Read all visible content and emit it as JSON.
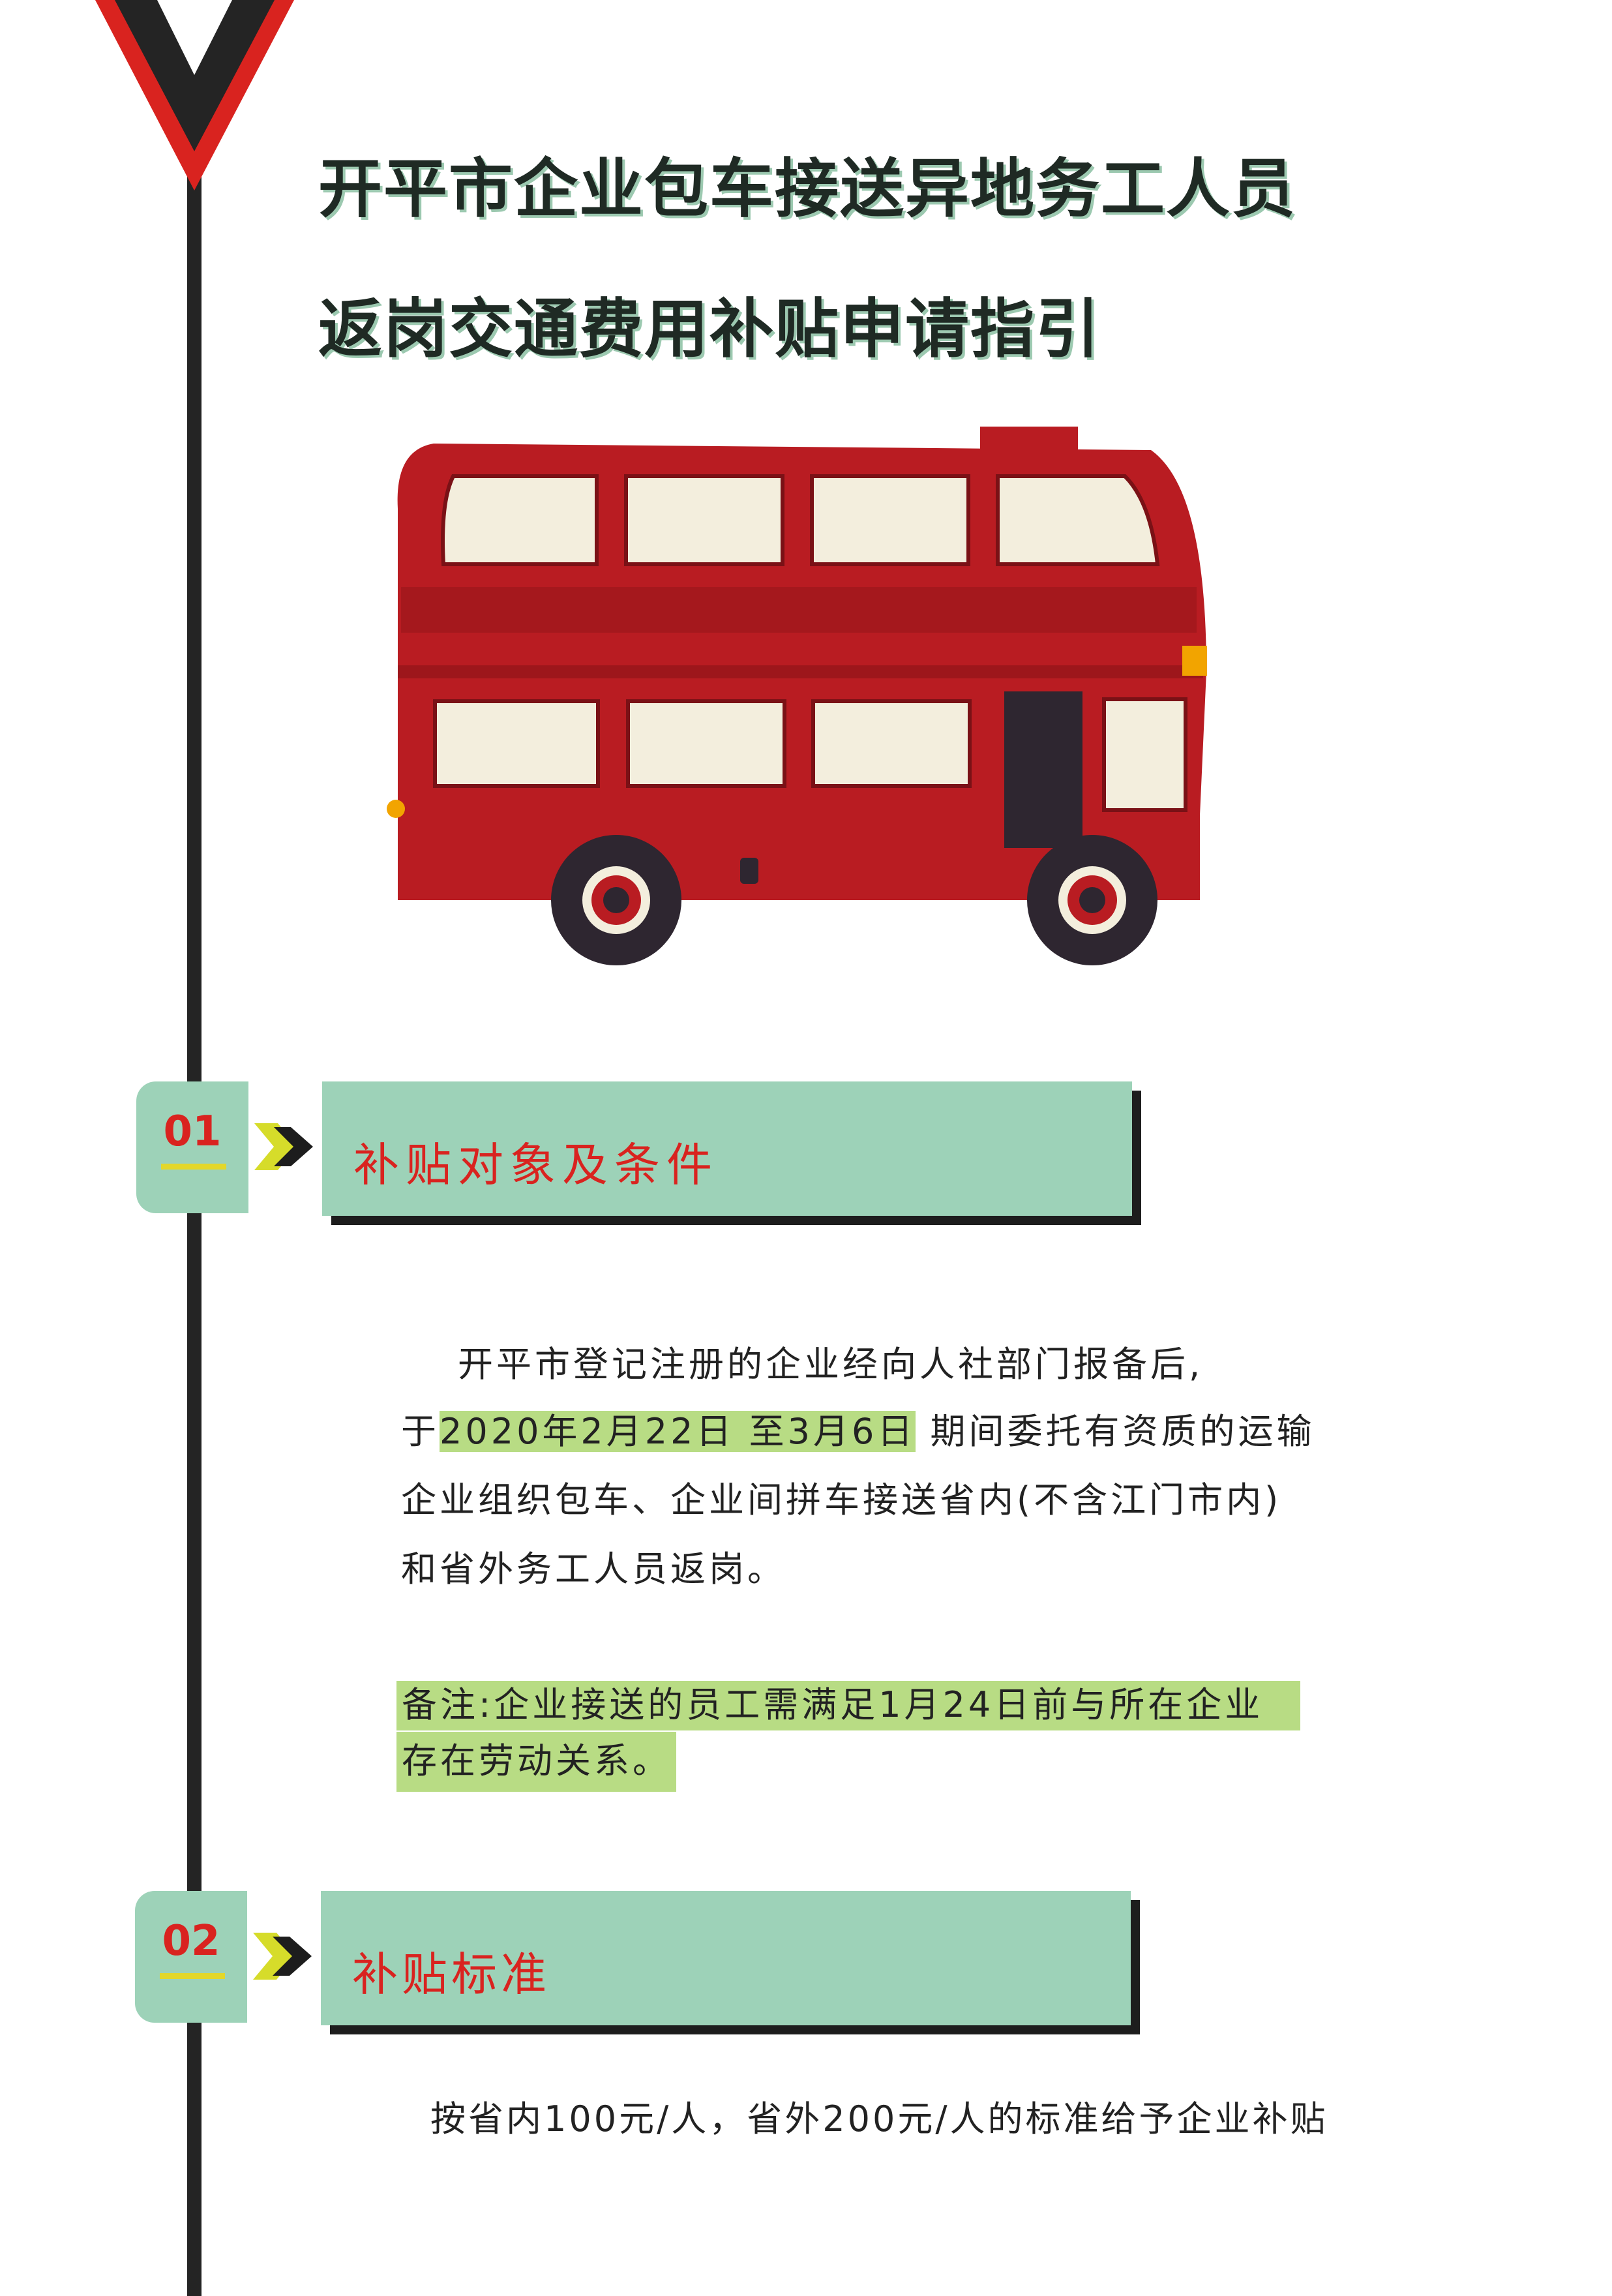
{
  "title": {
    "line1": "开平市企业包车接送异地务工人员",
    "line2": "返岗交通费用补贴申请指引"
  },
  "sections": [
    {
      "number": "01",
      "heading": "补贴对象及条件",
      "paragraph": {
        "line1": "开平市登记注册的企业经向人社部门报备后,",
        "line2_prefix": "于",
        "line2_highlight": "2020年2月22日 至3月6日",
        "line2_suffix": "期间委托有资质的运输",
        "line3": "企业组织包车、企业间拼车接送省内(不含江门市内)",
        "line4": "和省外务工人员返岗。"
      },
      "note": {
        "line1": "备注:企业接送的员工需满足1月24日前与所在企业",
        "line2": "存在劳动关系。"
      }
    },
    {
      "number": "02",
      "heading": "补贴标准",
      "paragraph": {
        "line1": "按省内100元/人，省外200元/人的标准给予企业补贴"
      }
    }
  ],
  "colors": {
    "accent_red": "#d9231f",
    "panel_green": "#9dd2b8",
    "highlight": "#b8dc84",
    "bus_red": "#b91c22"
  }
}
